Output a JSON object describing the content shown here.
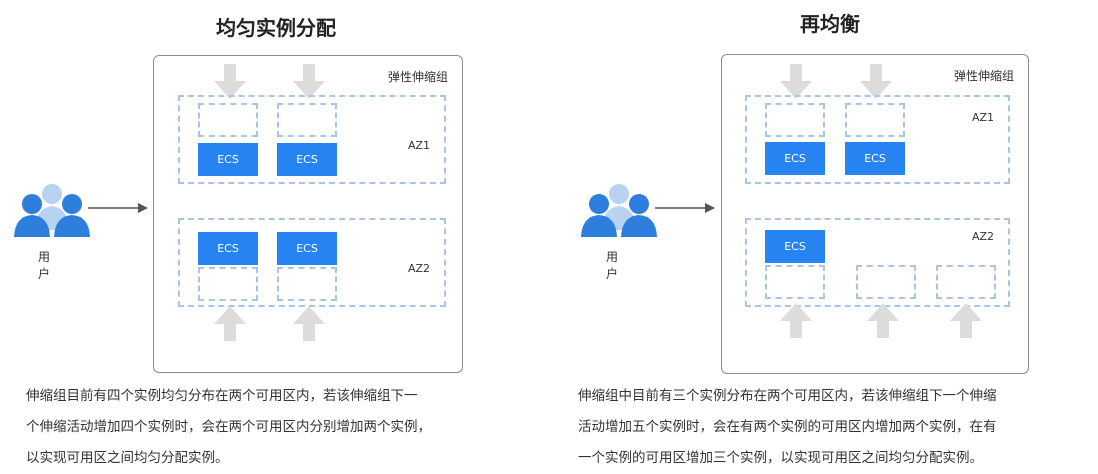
{
  "colors": {
    "ecs_fill": "#2683f2",
    "dashed_border": "#a9c4ea",
    "user_primary": "#2e7fdd",
    "user_secondary": "#b8d2f2",
    "arrow_gray": "#dcdcdc"
  },
  "left": {
    "title": "均匀实例分配",
    "group_label": "弹性伸缩组",
    "user_label": "用户",
    "az1": {
      "label": "AZ1",
      "ecs": [
        "ECS",
        "ECS"
      ]
    },
    "az2": {
      "label": "AZ2",
      "ecs": [
        "ECS",
        "ECS"
      ]
    },
    "caption": [
      "伸缩组目前有四个实例均匀分布在两个可用区内，若该伸缩组下一",
      "个伸缩活动增加四个实例时，会在两个可用区内分别增加两个实例，",
      "以实现可用区之间均匀分配实例。"
    ]
  },
  "right": {
    "title": "再均衡",
    "group_label": "弹性伸缩组",
    "user_label": "用户",
    "az1": {
      "label": "AZ1",
      "ecs": [
        "ECS",
        "ECS"
      ]
    },
    "az2": {
      "label": "AZ2",
      "ecs": [
        "ECS"
      ]
    },
    "caption": [
      "伸缩组中目前有三个实例分布在两个可用区内，若该伸缩组下一个伸缩",
      "活动增加五个实例时，会在有两个实例的可用区内增加两个实例，在有",
      "一个实例的可用区增加三个实例，以实现可用区之间均匀分配实例。"
    ]
  }
}
